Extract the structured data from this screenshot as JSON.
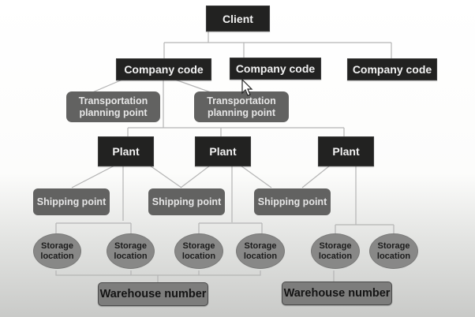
{
  "diagram": {
    "title": "SAP organizational structure",
    "client": {
      "label": "Client"
    },
    "company_codes": [
      {
        "label": "Company code"
      },
      {
        "label": "Company code"
      },
      {
        "label": "Company code"
      }
    ],
    "transportation_planning_points": [
      {
        "label": "Transportation planning point"
      },
      {
        "label": "Transportation planning point"
      }
    ],
    "plants": [
      {
        "label": "Plant"
      },
      {
        "label": "Plant"
      },
      {
        "label": "Plant"
      }
    ],
    "shipping_points": [
      {
        "label": "Shipping point"
      },
      {
        "label": "Shipping point"
      },
      {
        "label": "Shipping point"
      }
    ],
    "storage_locations": [
      {
        "label": "Storage location"
      },
      {
        "label": "Storage location"
      },
      {
        "label": "Storage location"
      },
      {
        "label": "Storage location"
      },
      {
        "label": "Storage location"
      },
      {
        "label": "Storage location"
      }
    ],
    "warehouse_numbers": [
      {
        "label": "Warehouse number"
      },
      {
        "label": "Warehouse number"
      }
    ],
    "colors": {
      "dark_node": "#222221",
      "gray_node": "#626261",
      "storage_node": "#888887",
      "warehouse_node": "#7d7d7c",
      "connector": "#b4b4b4"
    }
  }
}
